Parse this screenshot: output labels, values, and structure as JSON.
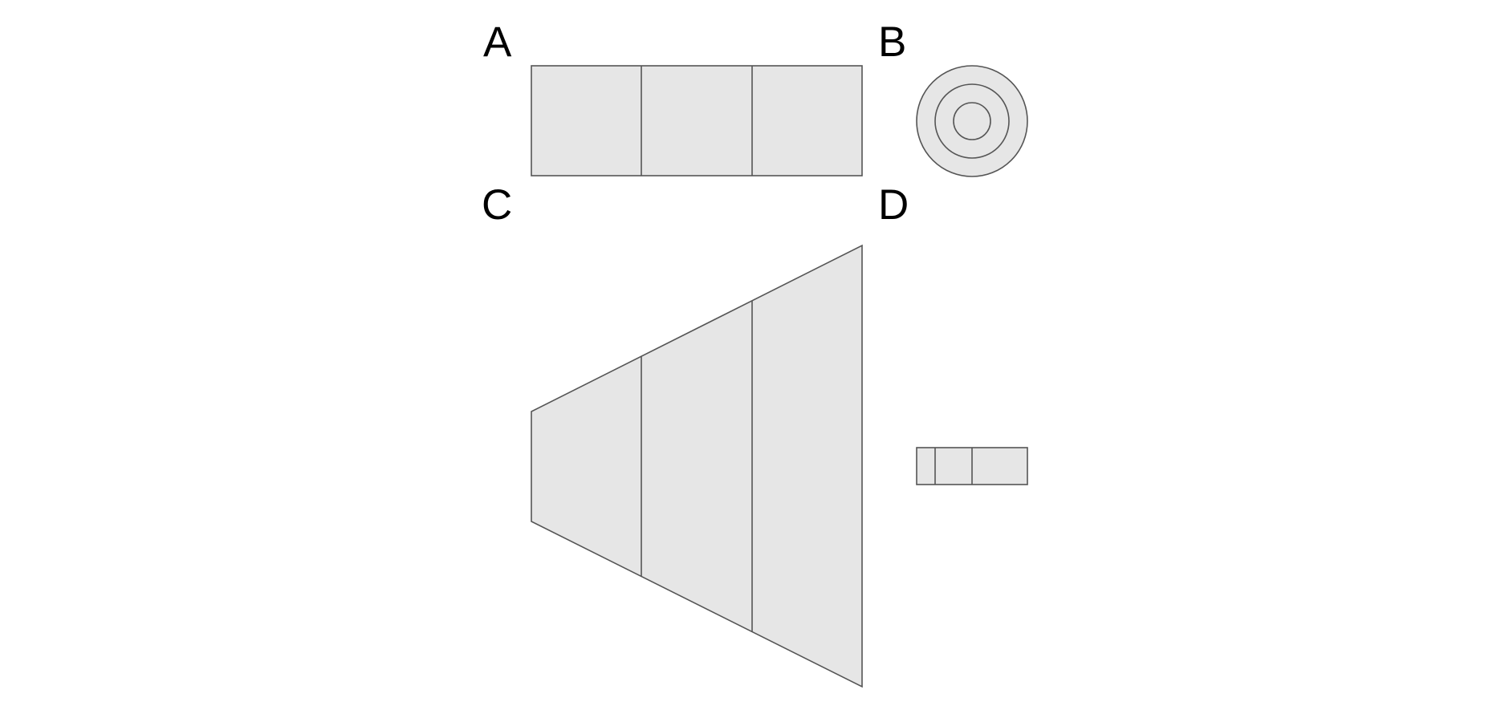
{
  "labels": {
    "a": "A",
    "b": "B",
    "c": "C",
    "d": "D"
  },
  "colors": {
    "fill": "#e6e6e6",
    "stroke": "#555555",
    "label": "#000000",
    "background": "#ffffff"
  }
}
